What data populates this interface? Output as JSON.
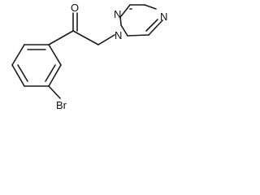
{
  "atoms": {
    "oxygen": "O",
    "bromine": "Br",
    "triazole_n1": "N",
    "triazole_n2": "N",
    "triazole_n4": "N"
  }
}
